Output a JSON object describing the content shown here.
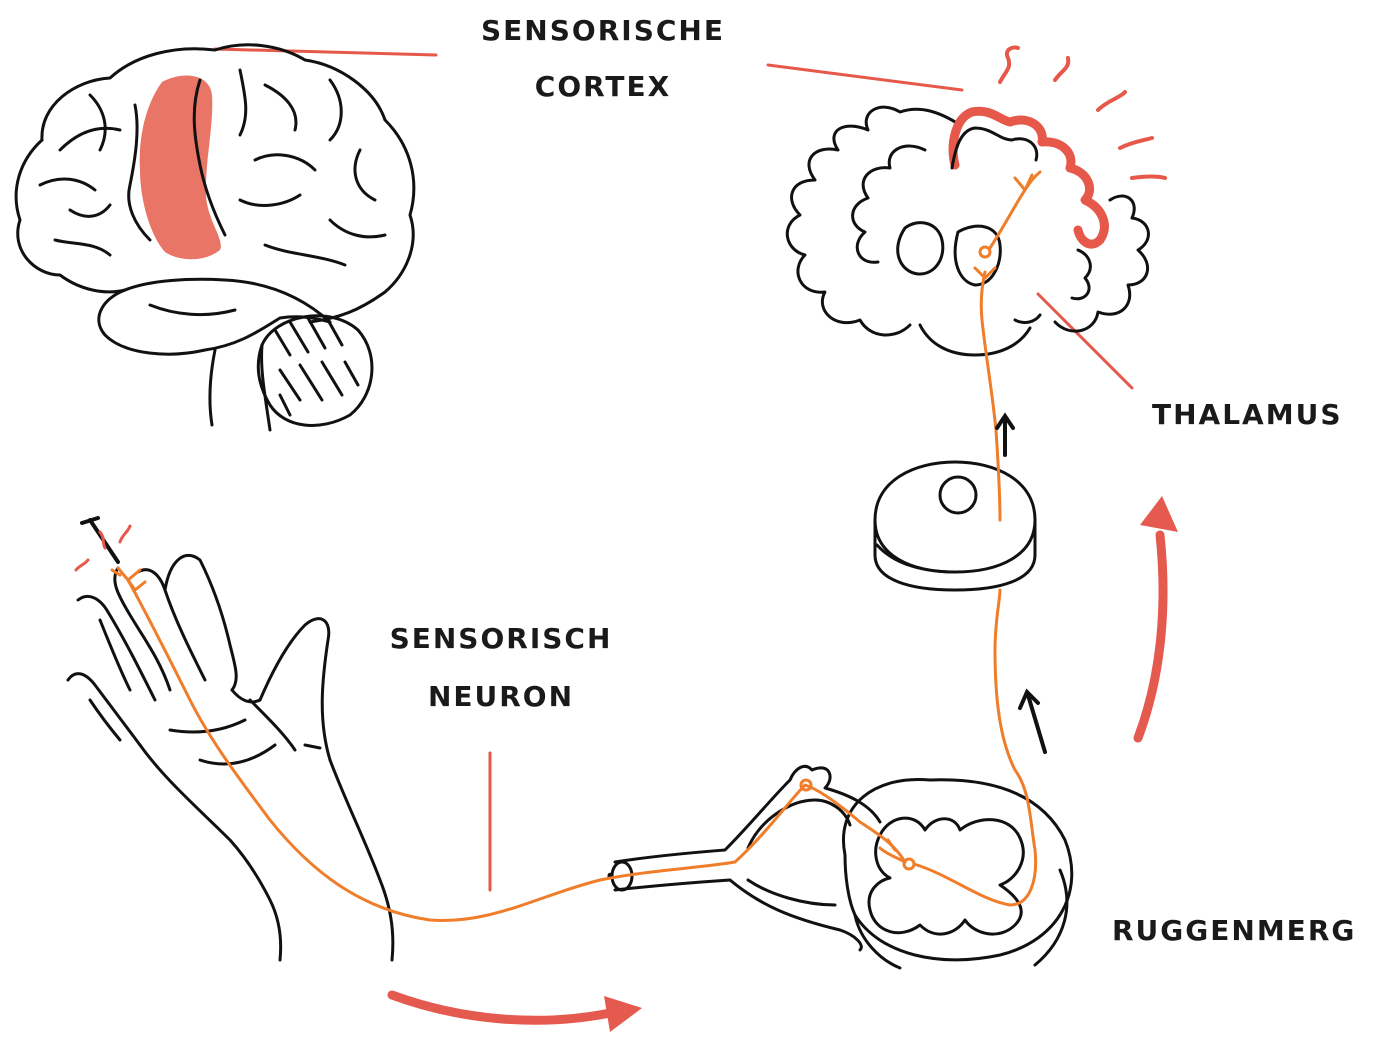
{
  "labels": {
    "cortex_line1": "SENSORISCHE",
    "cortex_line2": "CORTEX",
    "neuron_line1": "SENSORISCH",
    "neuron_line2": "NEURON",
    "thalamus": "THALAMUS",
    "spinal_cord": "RUGGENMERG"
  },
  "colors": {
    "outline": "#111111",
    "highlight": "#e5584a",
    "highlight_fill": "#e87566",
    "nerve": "#f07d2a",
    "arrow_red": "#e55a4e"
  },
  "icons": {
    "brain": "brain-side-view-icon",
    "brain_section": "brain-coronal-section-icon",
    "hand": "hand-with-pin-icon",
    "spinal_cord": "spinal-cord-cross-section-icon",
    "spinal_disc": "spinal-cord-segment-icon"
  }
}
